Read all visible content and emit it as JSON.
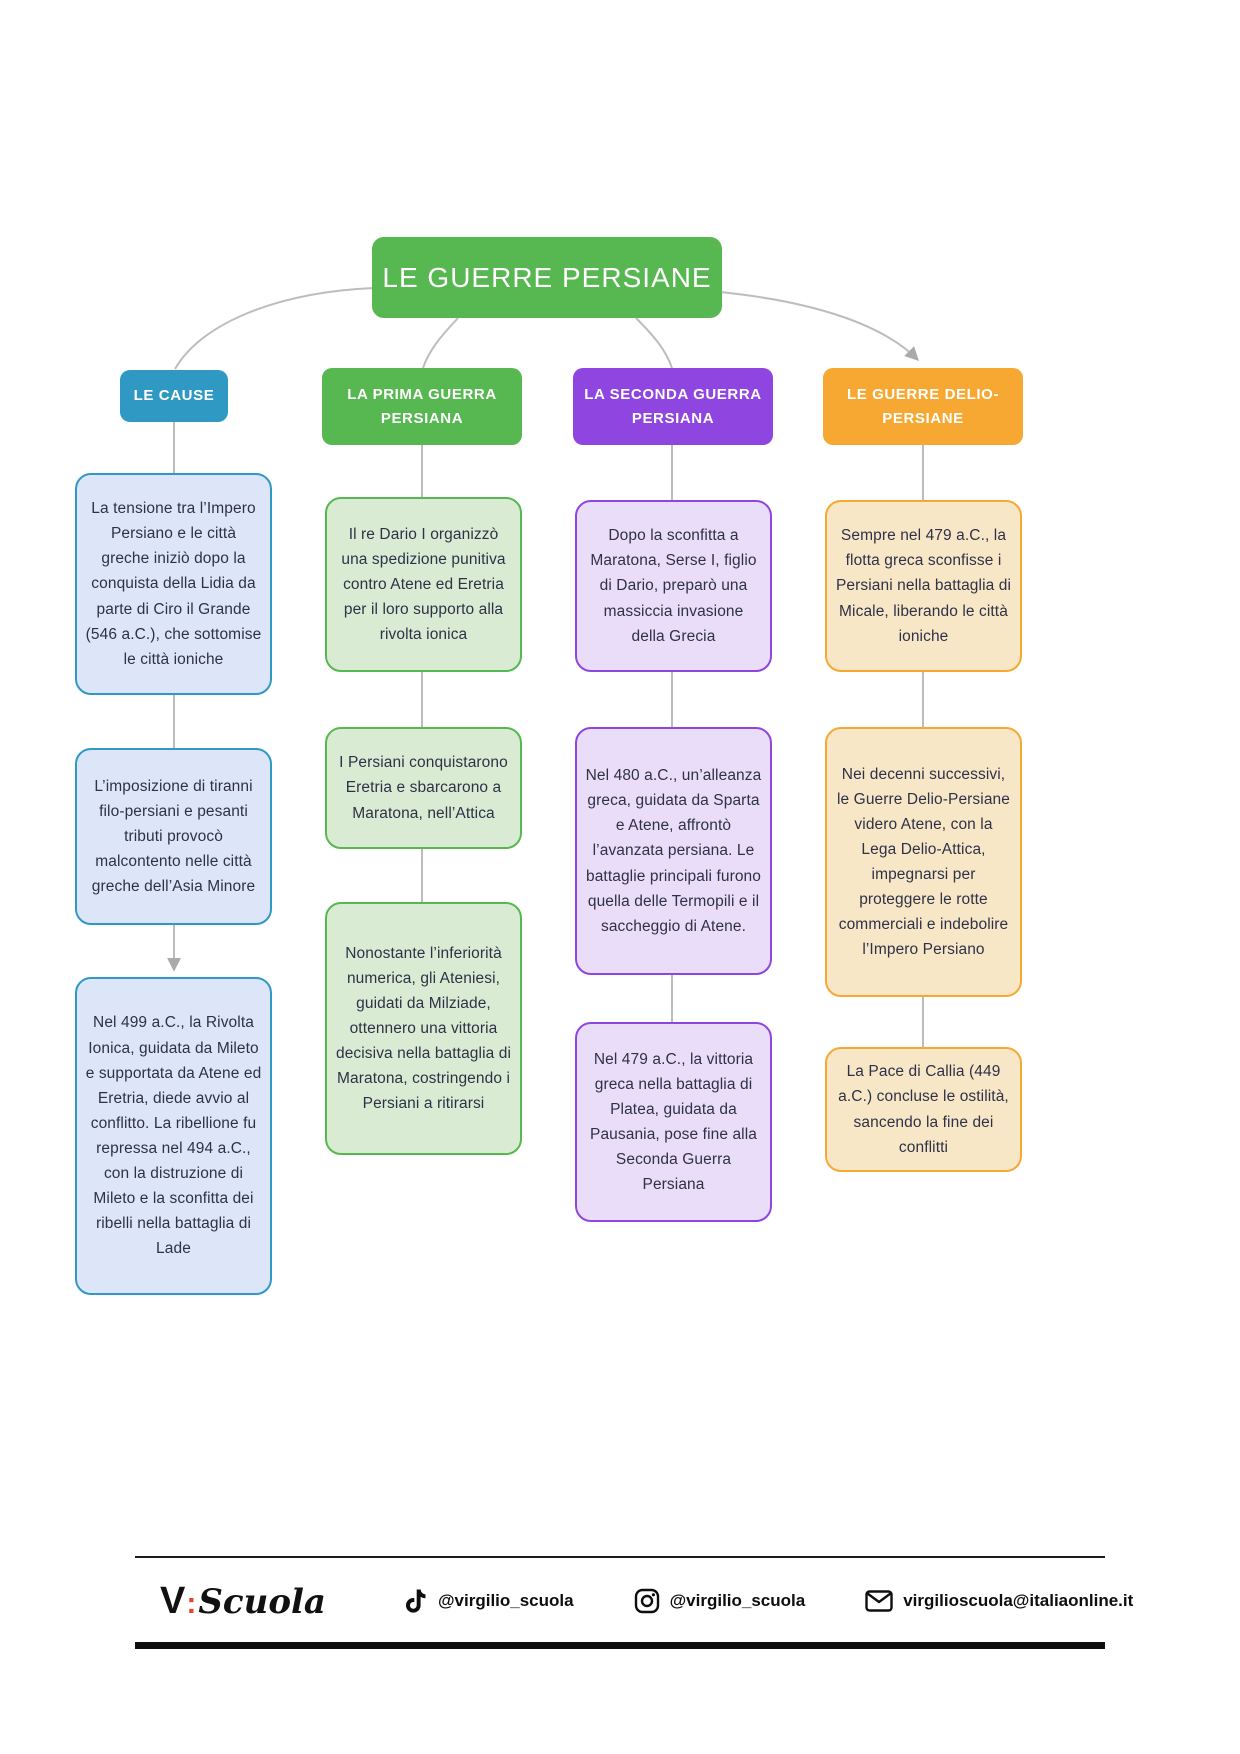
{
  "title": "LE GUERRE PERSIANE",
  "colors": {
    "green": "#57b750",
    "blue": "#2f99c4",
    "purple": "#8f45e0",
    "orange": "#f7a832",
    "blue_fill": "#dde6f8",
    "green_fill": "#d9ecd3",
    "purple_fill": "#eaddfa",
    "orange_fill": "#f8e7c7",
    "connector_gray": "#bdbdbd",
    "text_dark": "#2e3147",
    "logo_accent_red": "#e8442e"
  },
  "columns": [
    {
      "header": "LE CAUSE",
      "accent": "#2f99c4",
      "boxes": [
        "La tensione tra l’Impero Persiano e le città greche iniziò dopo la conquista della Lidia da parte di Ciro il Grande (546 a.C.), che sottomise le città ioniche",
        "L’imposizione di tiranni filo-persiani e pesanti tributi provocò malcontento nelle città greche dell’Asia Minore",
        "Nel 499 a.C., la Rivolta Ionica, guidata da Mileto e supportata da Atene ed Eretria, diede avvio al conflitto. La ribellione fu repressa nel 494 a.C., con la distruzione di Mileto e la sconfitta dei ribelli nella battaglia di Lade"
      ]
    },
    {
      "header": "LA PRIMA GUERRA PERSIANA",
      "accent": "#57b750",
      "boxes": [
        "Il re Dario I organizzò una spedizione punitiva contro Atene ed Eretria per il loro supporto alla rivolta ionica",
        "I Persiani conquistarono Eretria e sbarcarono a Maratona, nell’Attica",
        "Nonostante l’inferiorità numerica, gli Ateniesi, guidati da Milziade, ottennero una vittoria decisiva nella battaglia di Maratona, costringendo i Persiani a ritirarsi"
      ]
    },
    {
      "header": "LA SECONDA GUERRA PERSIANA",
      "accent": "#8f45e0",
      "boxes": [
        "Dopo la sconfitta a Maratona, Serse I, figlio di Dario, preparò una massiccia invasione della Grecia",
        "Nel 480 a.C., un’alleanza greca, guidata da Sparta e Atene, affrontò l’avanzata persiana. Le battaglie principali furono quella delle Termopili e il saccheggio di Atene.",
        "Nel 479 a.C., la vittoria greca nella battaglia di Platea, guidata da Pausania, pose fine alla Seconda Guerra Persiana"
      ]
    },
    {
      "header": "LE GUERRE DELIO-PERSIANE",
      "accent": "#f7a832",
      "boxes": [
        "Sempre nel 479 a.C., la flotta greca sconfisse i Persiani nella battaglia di Micale, liberando le città ioniche",
        "Nei decenni successivi, le Guerre Delio-Persiane videro Atene, con la Lega Delio-Attica, impegnarsi per proteggere le rotte commerciali e indebolire l’Impero Persiano",
        "La Pace di Callia (449 a.C.) concluse le ostilità, sancendo la fine dei conflitti"
      ]
    }
  ],
  "footer": {
    "logo_v": "V",
    "logo_colon": ":",
    "logo_scuola": "Scuola",
    "tiktok_handle": "@virgilio_scuola",
    "instagram_handle": "@virgilio_scuola",
    "email": "virgilioscuola@italiaonline.it"
  }
}
